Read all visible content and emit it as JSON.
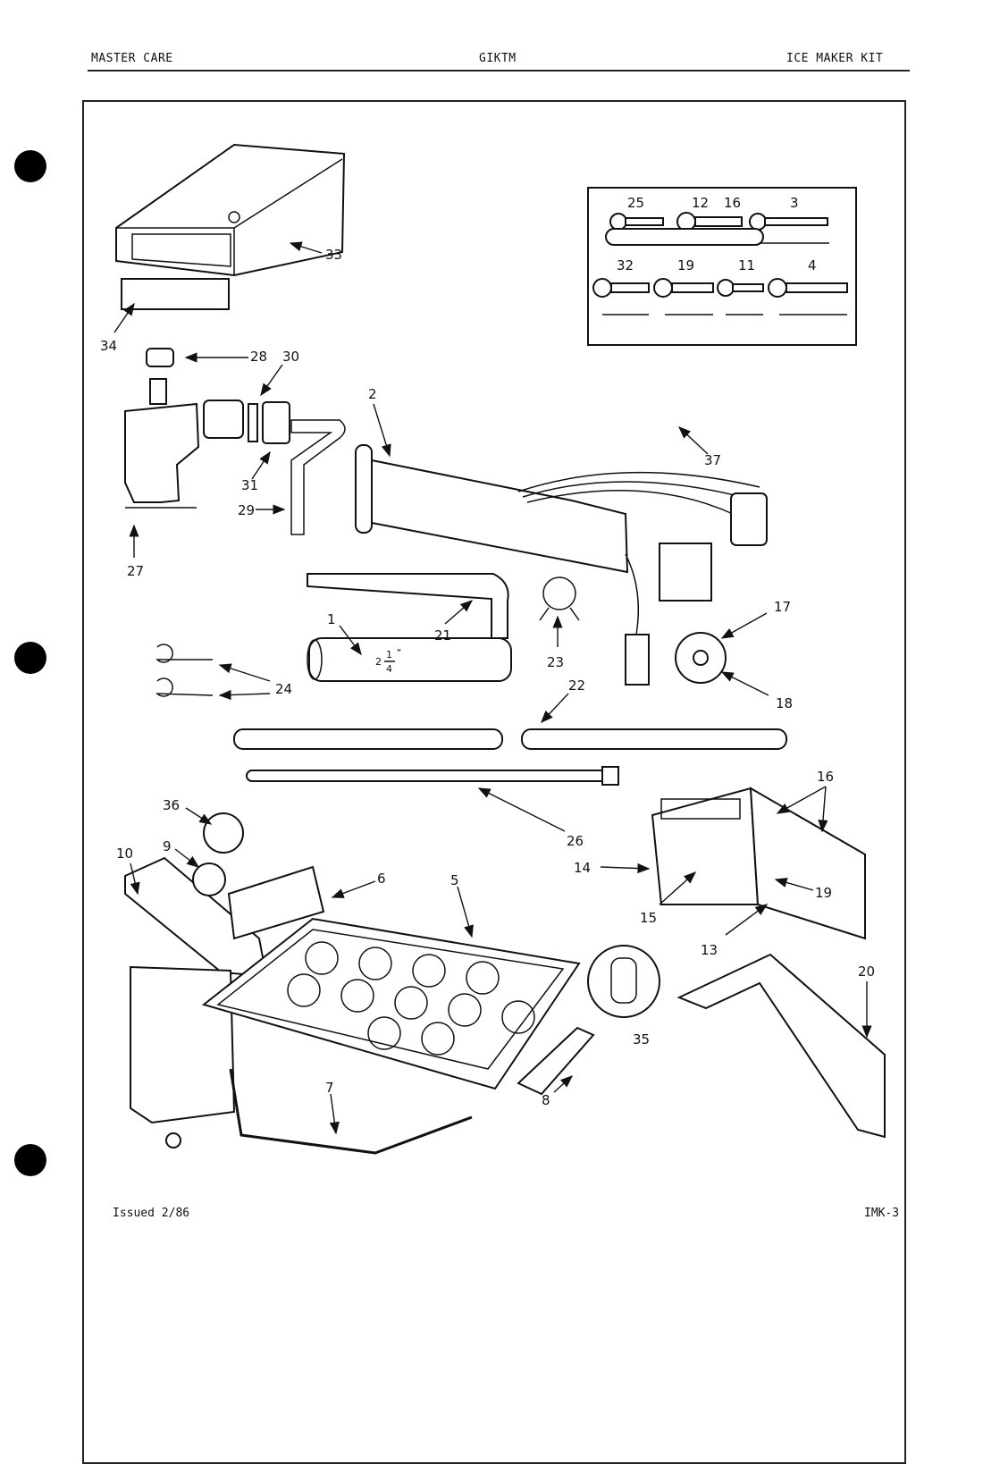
{
  "header": {
    "left": "MASTER CARE",
    "center": "GIKTM",
    "right": "ICE MAKER KIT"
  },
  "footer": {
    "issued": "Issued 2/86",
    "page": "IMK-3"
  },
  "callouts": {
    "n1": "1",
    "n2": "2",
    "n3": "3",
    "n4": "4",
    "n5": "5",
    "n6": "6",
    "n7": "7",
    "n8": "8",
    "n9": "9",
    "n10": "10",
    "n11": "11",
    "n12": "12",
    "n13": "13",
    "n14": "14",
    "n15": "15",
    "n16": "16",
    "n17": "17",
    "n18": "18",
    "n19": "19",
    "n20": "20",
    "n21": "21",
    "n22": "22",
    "n23": "23",
    "n24": "24",
    "n25": "25",
    "n26": "26",
    "n27": "27",
    "n28": "28",
    "n29": "29",
    "n30": "30",
    "n31": "31",
    "n32": "32",
    "n33": "33",
    "n34": "34",
    "n35": "35",
    "n36": "36",
    "n37": "37"
  },
  "screw_box": {
    "row1": [
      "25",
      "12",
      "16",
      "3"
    ],
    "row2": [
      "32",
      "19",
      "11",
      "4"
    ]
  },
  "tube_size": {
    "whole": "2",
    "num": "1",
    "den": "4",
    "unit": "\""
  }
}
